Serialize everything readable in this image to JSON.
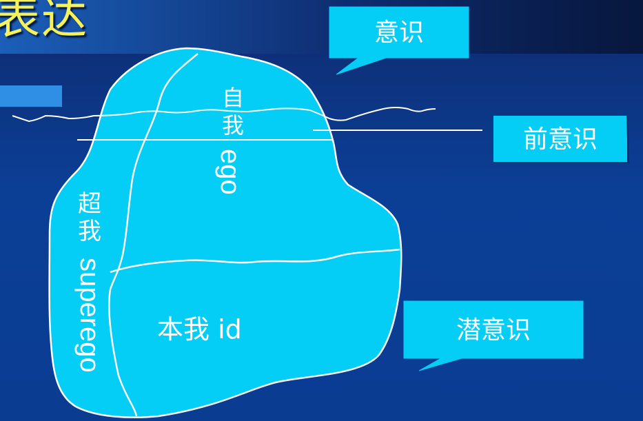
{
  "slide": {
    "title": "表达"
  },
  "callouts": {
    "conscious": "意识",
    "preconscious": "前意识",
    "unconscious": "潜意识"
  },
  "iceberg": {
    "ego_cn": "自我",
    "ego_en": "ego",
    "superego_cn": "超我",
    "superego_en": "superego",
    "id_label": "本我 id"
  },
  "colors": {
    "background": "#0b3f96",
    "title": "#f7f15a",
    "iceberg_fill": "#04cdf6",
    "outline": "#ffffff"
  }
}
